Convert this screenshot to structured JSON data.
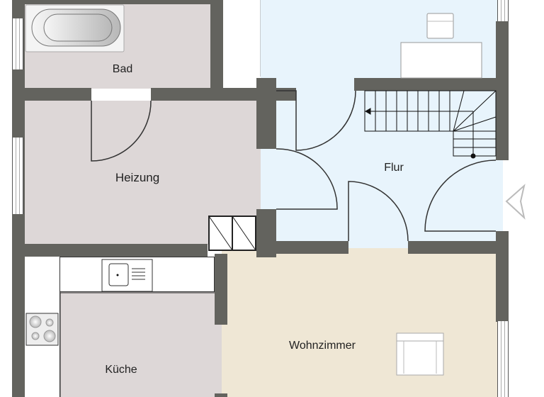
{
  "floorplan": {
    "rooms": [
      {
        "id": "bad",
        "label": "Bad",
        "color": "#ddd7d7"
      },
      {
        "id": "heizung",
        "label": "Heizung",
        "color": "#ddd7d7"
      },
      {
        "id": "flur",
        "label": "Flur",
        "color": "#e8f4fc"
      },
      {
        "id": "kueche",
        "label": "Küche",
        "color": "#ddd7d7"
      },
      {
        "id": "wohnzimmer",
        "label": "Wohnzimmer",
        "color": "#efe7d5"
      }
    ],
    "wall_color": "#63635e",
    "fixtures": [
      "bathtub",
      "stairs",
      "kitchen-sink",
      "stove",
      "armchair",
      "shelf",
      "cabinet"
    ],
    "navigation": {
      "prev_arrow": "chevron-left-icon"
    }
  }
}
